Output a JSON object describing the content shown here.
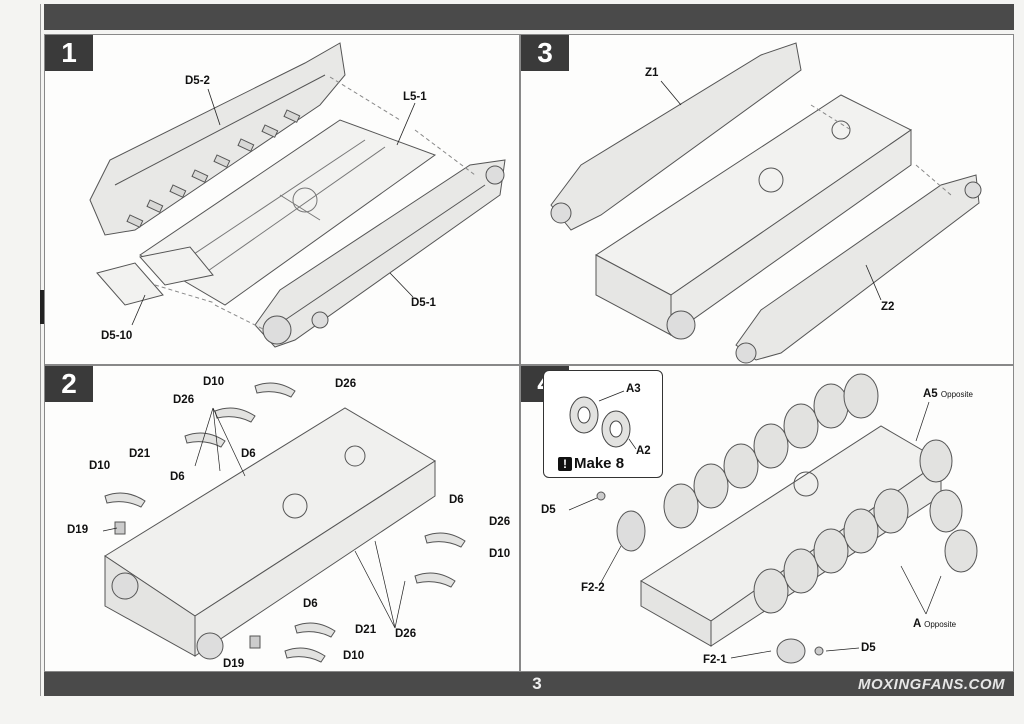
{
  "page": {
    "number": "3",
    "watermark": "MOXINGFANS.COM"
  },
  "steps": [
    {
      "number": "1",
      "labels": [
        "D5-2",
        "L5-1",
        "D5-1",
        "D5-10"
      ]
    },
    {
      "number": "2",
      "labels": [
        "D10",
        "D26",
        "D26",
        "D6",
        "D10",
        "D21",
        "D6",
        "D19",
        "D6",
        "D26",
        "D10",
        "D6",
        "D26",
        "D21",
        "D19",
        "D10"
      ]
    },
    {
      "number": "3",
      "labels": [
        "Z1",
        "Z2"
      ]
    },
    {
      "number": "4",
      "labels": [
        "A3",
        "A2",
        "D5",
        "F2-2",
        "F2-1",
        "D5",
        "A5"
      ],
      "a5_note": "Opposite",
      "a_bottom": "A",
      "a_bottom_note": "Opposite",
      "make_note": "Make 8",
      "make_icon": "!"
    }
  ]
}
